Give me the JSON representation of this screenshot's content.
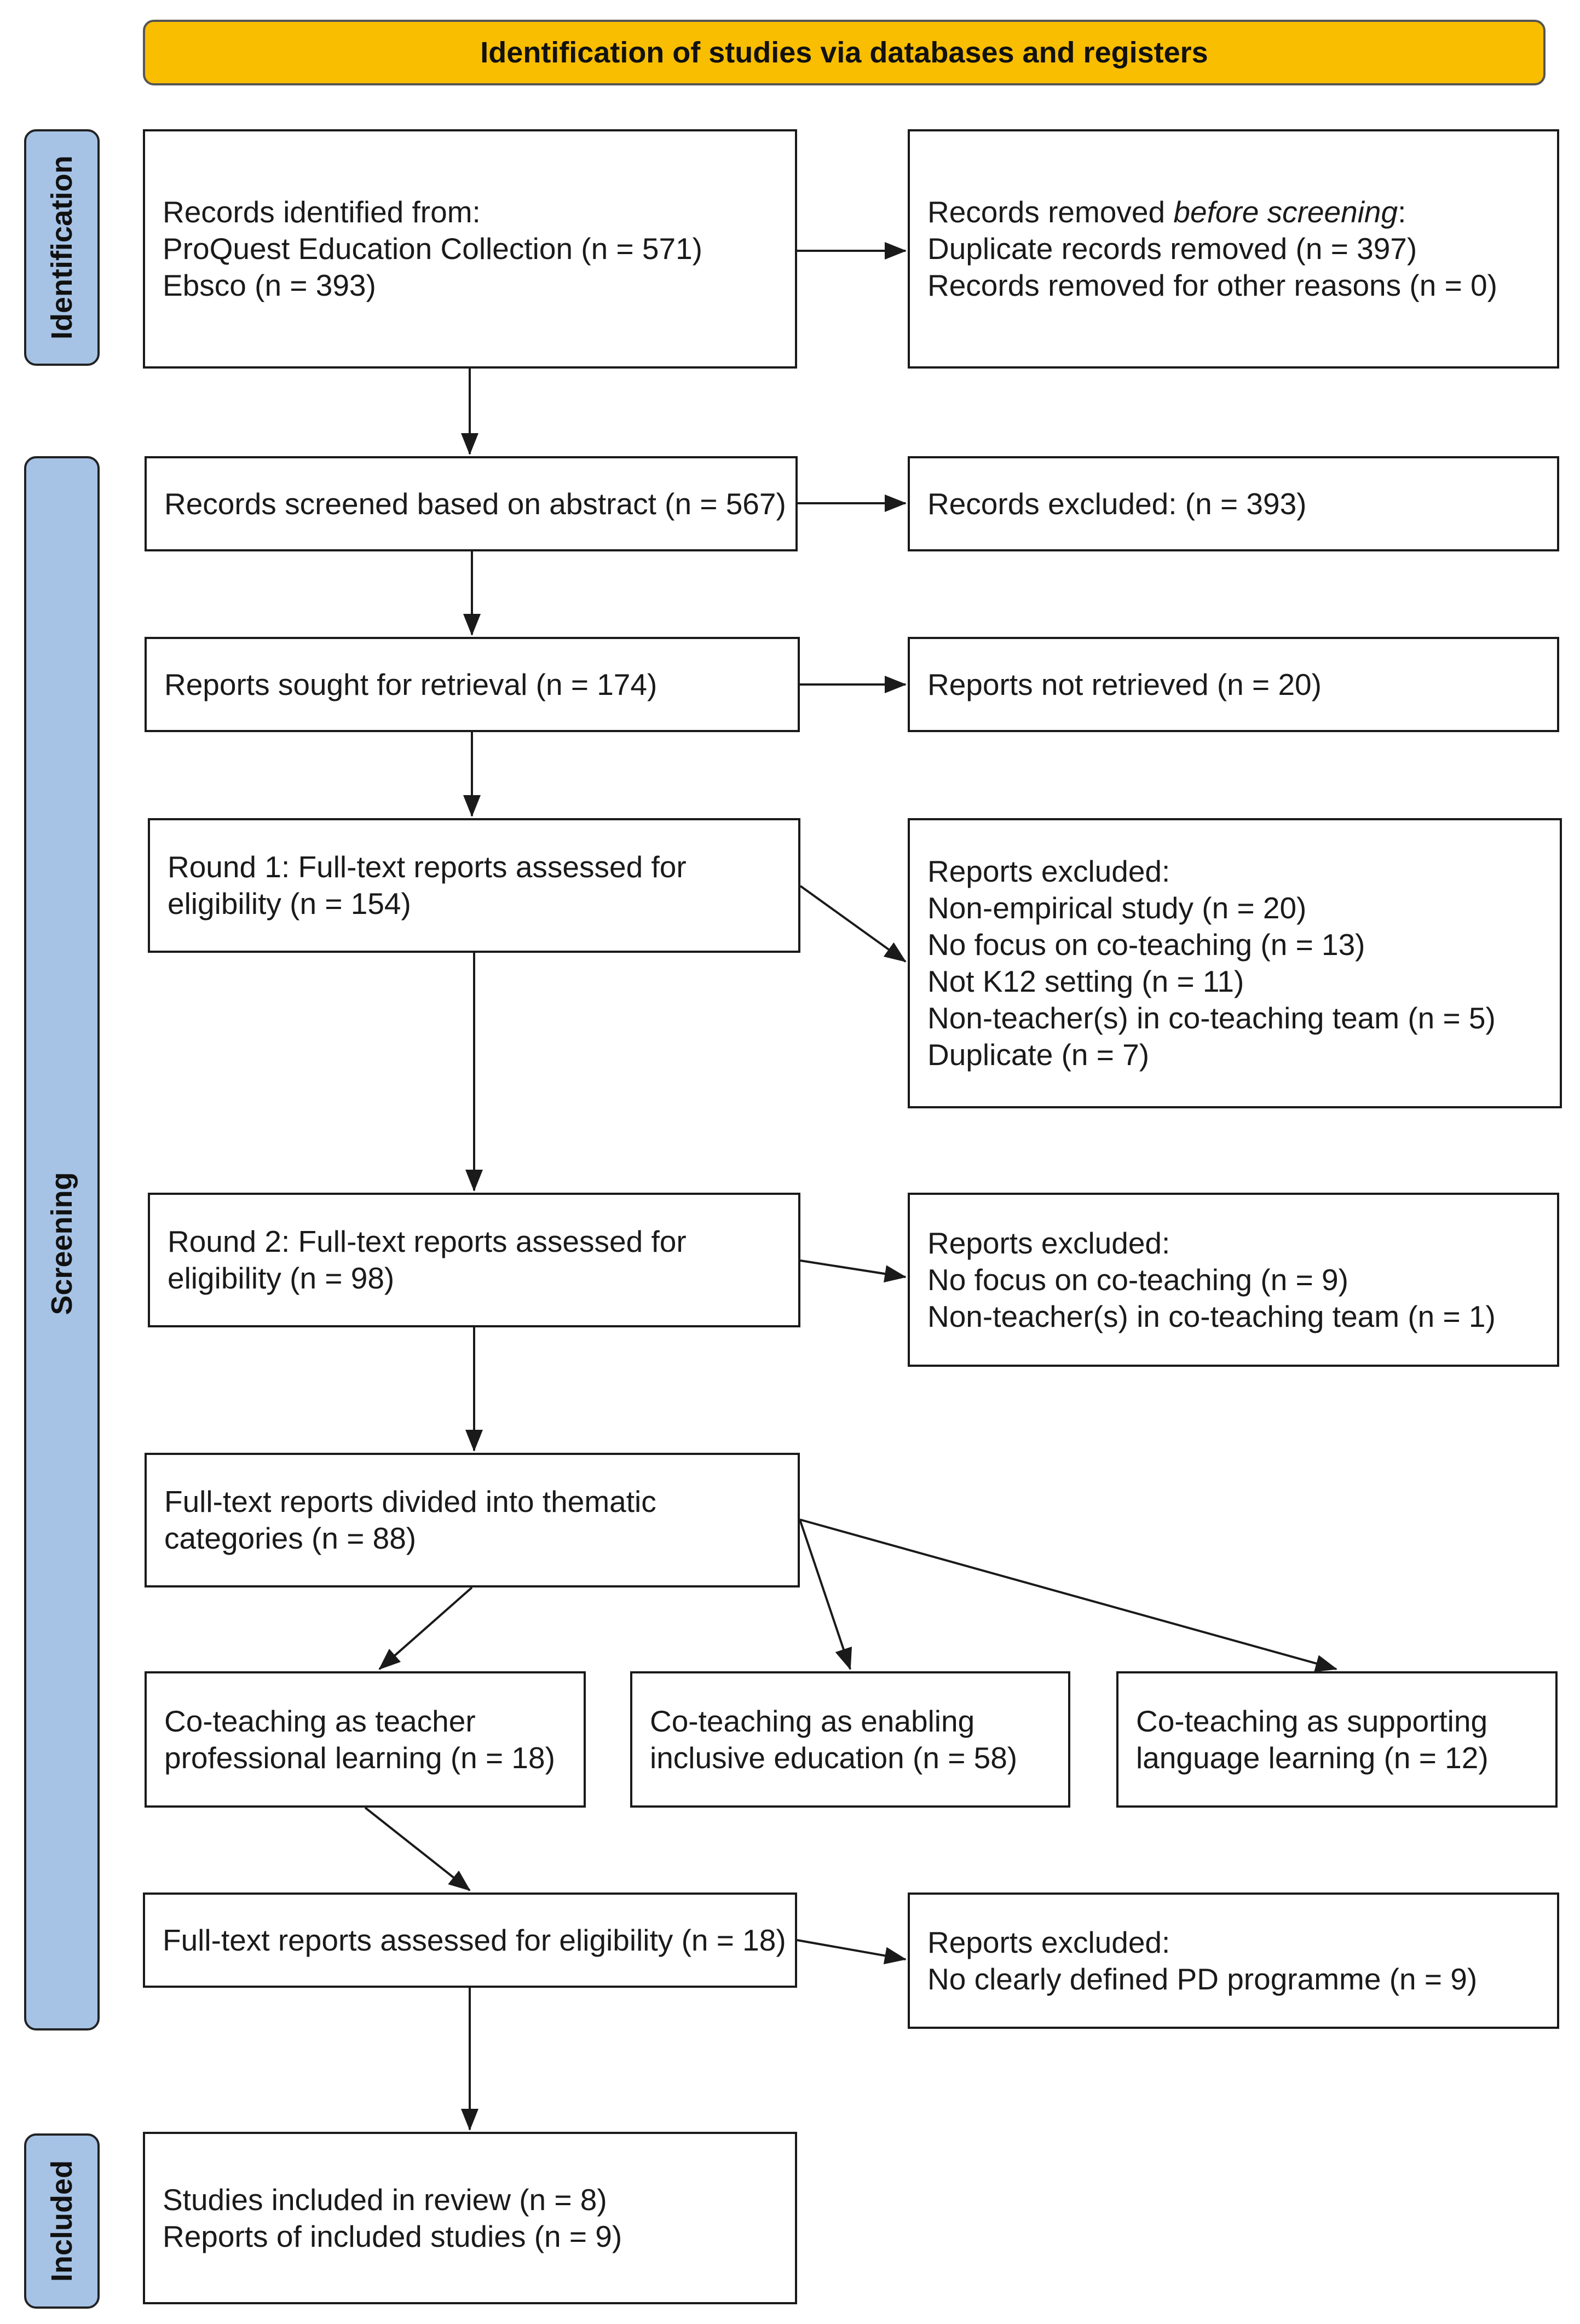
{
  "header": {
    "title": "Identification of studies via databases and registers"
  },
  "phases": {
    "identification": "Identification",
    "screening": "Screening",
    "included": "Included"
  },
  "boxes": {
    "records_identified": [
      "Records identified from:",
      "ProQuest Education Collection (n = 571)",
      "Ebsco (n = 393)"
    ],
    "records_removed": {
      "prefix": "Records removed ",
      "emphasis": "before screening",
      "suffix": ":",
      "lines": [
        "Duplicate records removed (n = 397)",
        "Records removed for other reasons (n = 0)"
      ]
    },
    "records_screened": [
      "Records screened based on abstract (n = 567)"
    ],
    "records_excluded": [
      "Records excluded: (n = 393)"
    ],
    "reports_sought": [
      "Reports sought for retrieval (n = 174)"
    ],
    "reports_not_retrieved": [
      "Reports not retrieved (n = 20)"
    ],
    "round1": [
      "Round 1: Full-text reports assessed for",
      "eligibility (n = 154)"
    ],
    "round1_excluded": [
      "Reports excluded:",
      "Non-empirical study (n = 20)",
      "No focus on co-teaching (n = 13)",
      "Not K12 setting (n = 11)",
      "Non-teacher(s) in co-teaching team (n = 5)",
      "Duplicate (n = 7)"
    ],
    "round2": [
      "Round 2: Full-text reports assessed for",
      "eligibility (n = 98)"
    ],
    "round2_excluded": [
      "Reports excluded:",
      "No focus on co-teaching (n = 9)",
      "Non-teacher(s) in co-teaching team (n = 1)"
    ],
    "thematic": [
      "Full-text reports divided into thematic",
      "categories (n = 88)"
    ],
    "cat_professional": [
      "Co-teaching as teacher",
      "professional learning (n = 18)"
    ],
    "cat_inclusive": [
      "Co-teaching as enabling",
      "inclusive education (n = 58)"
    ],
    "cat_language": [
      "Co-teaching as supporting",
      "language learning (n = 12)"
    ],
    "final_assessed": [
      "Full-text reports assessed for eligibility (n = 18)"
    ],
    "final_excluded": [
      "Reports excluded:",
      "No clearly defined PD programme (n = 9)"
    ],
    "included": [
      "Studies included in review (n = 8)",
      "Reports of included studies (n = 9)"
    ]
  }
}
